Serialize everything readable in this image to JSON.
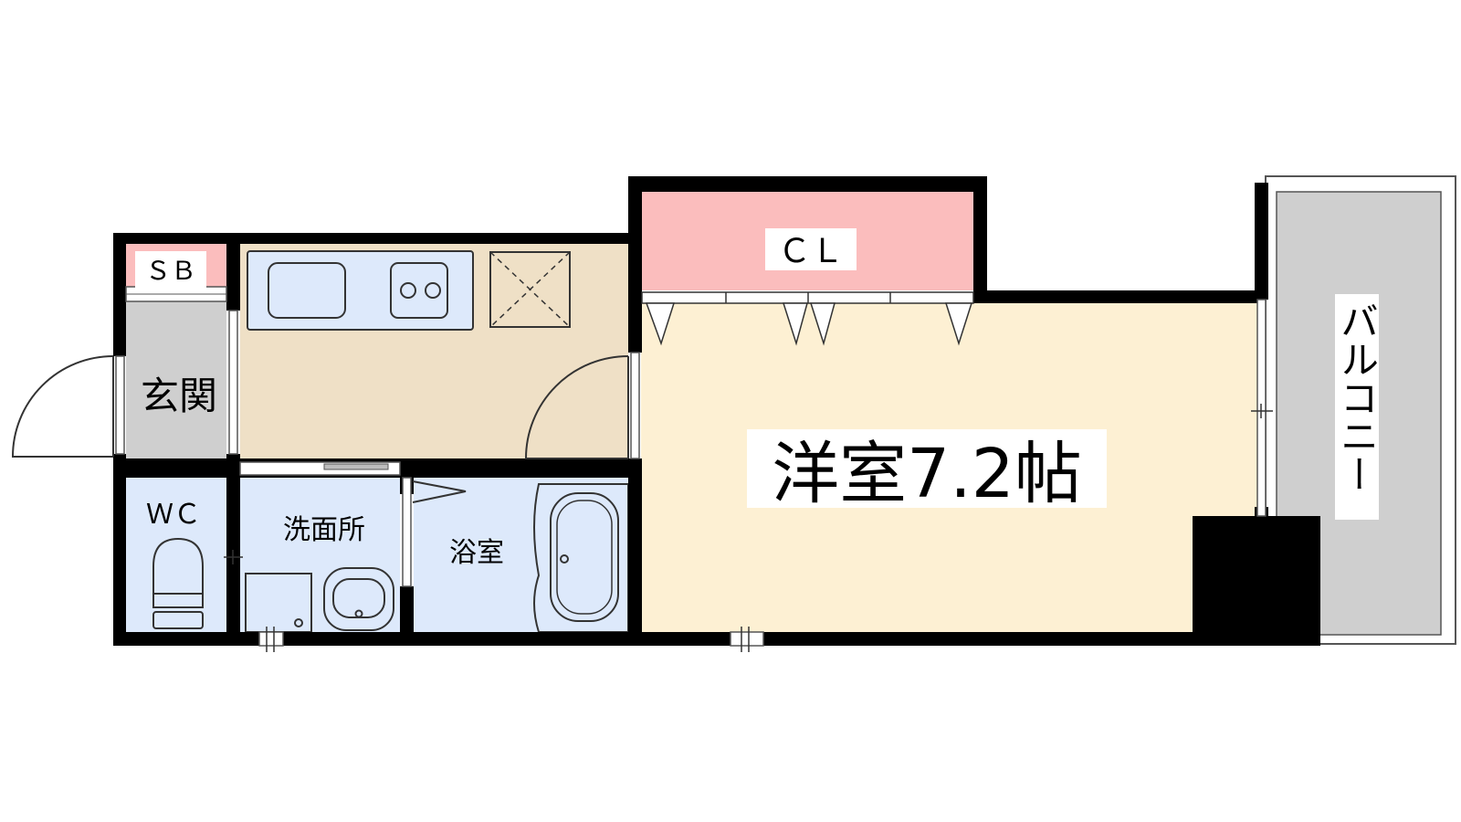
{
  "floor_plan": {
    "rooms": {
      "sb": "ＳＢ",
      "entrance": "玄関",
      "wc": "ＷＣ",
      "washroom": "洗面所",
      "bathroom": "浴室",
      "closet": "ＣＬ",
      "western_room": "洋室7.2帖",
      "balcony": "バルコニー"
    },
    "colors": {
      "wall": "#000000",
      "kitchen_floor": "#efe0c6",
      "western_floor": "#fdf0d3",
      "wet_area": "#dde9fb",
      "storage": "#fbbdbd",
      "entrance_floor": "#cfcfcf",
      "balcony": "#cfcfcf",
      "fixture_stroke": "#333333"
    }
  }
}
